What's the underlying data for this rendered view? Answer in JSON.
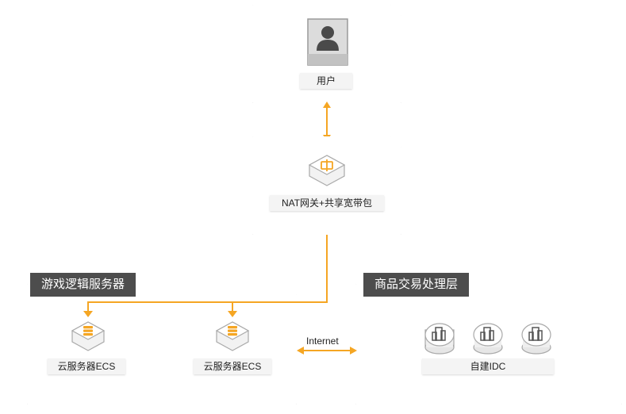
{
  "nodes": {
    "user": {
      "label": "用户"
    },
    "nat": {
      "label": "NAT网关+共享宽带包"
    },
    "ecs1": {
      "label": "云服务器ECS"
    },
    "ecs2": {
      "label": "云服务器ECS"
    },
    "idc": {
      "label": "自建IDC"
    }
  },
  "groups": {
    "game": {
      "title": "游戏逻辑服务器"
    },
    "trade": {
      "title": "商品交易处理层"
    }
  },
  "edges": {
    "internet": {
      "label": "Internet"
    }
  },
  "colors": {
    "accent": "#f5a623",
    "title_bg": "#4d4d4d",
    "label_bg": "#f4f4f4"
  }
}
